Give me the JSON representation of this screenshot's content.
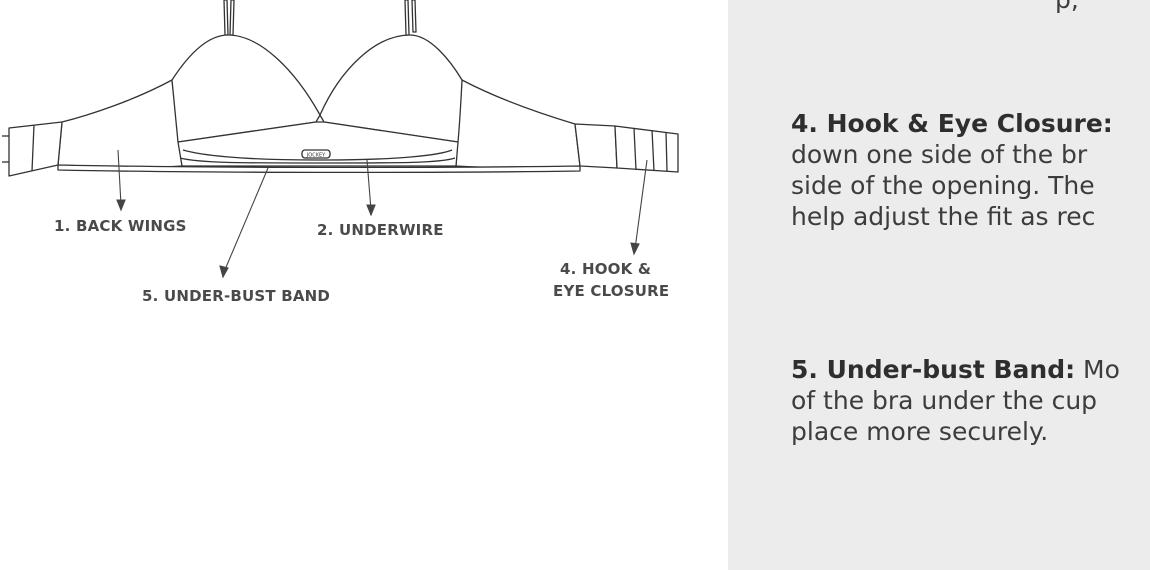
{
  "diagram": {
    "labels": {
      "back_wings": "1. BACK WINGS",
      "underwire": "2. UNDERWIRE",
      "under_bust_band": "5. UNDER-BUST BAND",
      "hook_line1": "4. HOOK &",
      "hook_line2": "EYE CLOSURE"
    },
    "logo_text": "JOCKEY"
  },
  "panel": {
    "top_fragment": "p,",
    "hook": {
      "heading": "4. Hook & Eye Closure:",
      "line1": "down one side of the br",
      "line2": "side of the opening. The",
      "line3": "help adjust the fit as rec"
    },
    "band": {
      "heading": "5. Under-bust Band:",
      "line1_rest": " Mo",
      "line2": "of the bra under the cup",
      "line3": "place more securely."
    }
  }
}
